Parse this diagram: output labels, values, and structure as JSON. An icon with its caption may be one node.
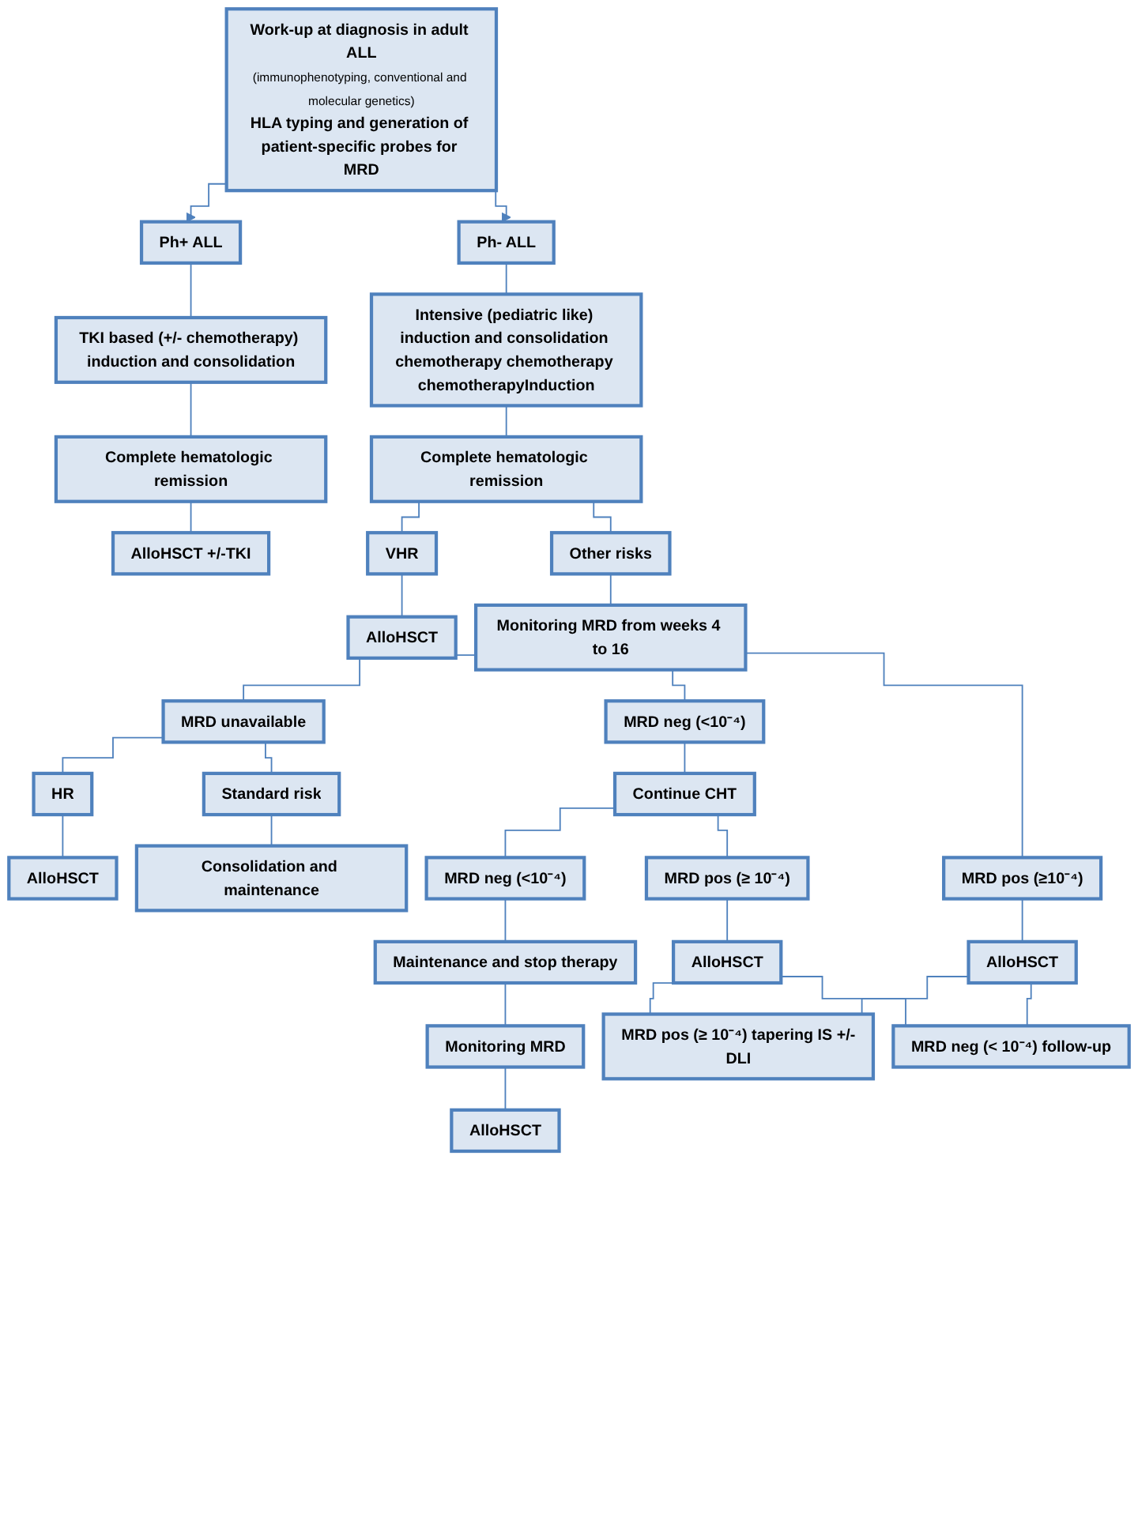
{
  "diagram": {
    "nodes": [
      {
        "text": [
          "Work-up at diagnosis in adult ALL",
          "(immunophenotyping, conventional and molecular genetics)",
          "HLA typing and generation of patient-specific probes for MRD"
        ]
      },
      {
        "text": [
          "Ph+ ALL"
        ]
      },
      {
        "text": [
          "Ph- ALL"
        ]
      },
      {
        "text": [
          "TKI based (+/- chemotherapy) induction and consolidation"
        ]
      },
      {
        "text": [
          "Intensive (pediatric like) induction and consolidation chemotherapy chemotherapy chemotherapyInduction"
        ]
      },
      {
        "text": [
          "Complete hematologic remission"
        ]
      },
      {
        "text": [
          "Complete hematologic remission"
        ]
      },
      {
        "text": [
          "AlloHSCT +/-TKI"
        ]
      },
      {
        "text": [
          "VHR"
        ]
      },
      {
        "text": [
          "Other risks"
        ]
      },
      {
        "text": [
          "AlloHSCT"
        ]
      },
      {
        "text": [
          "Monitoring MRD from weeks 4 to 16"
        ]
      },
      {
        "text": [
          "MRD unavailable"
        ]
      },
      {
        "text": [
          "MRD neg (<10⁻⁴)"
        ]
      },
      {
        "text": [
          "MRD pos (≥10⁻⁴)"
        ]
      },
      {
        "text": [
          "HR"
        ]
      },
      {
        "text": [
          "Standard risk"
        ]
      },
      {
        "text": [
          "Continue CHT"
        ]
      },
      {
        "text": [
          "AlloHSCT"
        ]
      },
      {
        "text": [
          "AlloHSCT"
        ]
      },
      {
        "text": [
          "Consolidation and maintenance"
        ]
      },
      {
        "text": [
          "MRD neg (<10⁻⁴)"
        ]
      },
      {
        "text": [
          "MRD pos (≥ 10⁻⁴)"
        ]
      },
      {
        "text": [
          "Monitoring MRD"
        ]
      },
      {
        "text": [
          "Maintenance and stop therapy"
        ]
      },
      {
        "text": [
          "AlloHSCT"
        ]
      },
      {
        "text": [
          "AlloHSCT"
        ]
      },
      {
        "text": [
          "MRD pos (≥ 10⁻⁴) tapering IS +/-DLI"
        ]
      },
      {
        "text": [
          "MRD neg (< 10⁻⁴) follow-up"
        ]
      }
    ],
    "edges": [
      {
        "from": 0,
        "to": 1,
        "arrow": "to"
      },
      {
        "from": 0,
        "to": 2,
        "arrow": "to"
      },
      {
        "from": 1,
        "to": 3,
        "arrow": "none"
      },
      {
        "from": 2,
        "to": 4,
        "arrow": "none"
      },
      {
        "from": 3,
        "to": 5,
        "arrow": "none"
      },
      {
        "from": 4,
        "to": 6,
        "arrow": "none"
      },
      {
        "from": 5,
        "to": 7,
        "arrow": "none"
      },
      {
        "from": 6,
        "to": 8,
        "arrow": "none"
      },
      {
        "from": 6,
        "to": 9,
        "arrow": "none"
      },
      {
        "from": 8,
        "to": 10,
        "arrow": "none"
      },
      {
        "from": 9,
        "to": 11,
        "arrow": "none"
      },
      {
        "from": 11,
        "to": 12,
        "arrow": "none"
      },
      {
        "from": 11,
        "to": 13,
        "arrow": "none"
      },
      {
        "from": 11,
        "to": 14,
        "arrow": "none"
      },
      {
        "from": 12,
        "to": 15,
        "arrow": "none"
      },
      {
        "from": 12,
        "to": 16,
        "arrow": "none"
      },
      {
        "from": 13,
        "to": 17,
        "arrow": "none"
      },
      {
        "from": 14,
        "to": 18,
        "arrow": "none"
      },
      {
        "from": 15,
        "to": 19,
        "arrow": "none"
      },
      {
        "from": 16,
        "to": 20,
        "arrow": "none"
      },
      {
        "from": 17,
        "to": 21,
        "arrow": "none"
      },
      {
        "from": 17,
        "to": 22,
        "arrow": "none"
      },
      {
        "from": 21,
        "to": 24,
        "arrow": "none"
      },
      {
        "from": 22,
        "to": 25,
        "arrow": "none"
      },
      {
        "from": 24,
        "to": 23,
        "arrow": "none"
      },
      {
        "from": 23,
        "to": 26,
        "arrow": "none"
      },
      {
        "from": 25,
        "to": 27,
        "arrow": "none"
      },
      {
        "from": 25,
        "to": 28,
        "arrow": "none"
      },
      {
        "from": 18,
        "to": 27,
        "arrow": "none"
      },
      {
        "from": 18,
        "to": 28,
        "arrow": "none"
      }
    ]
  }
}
